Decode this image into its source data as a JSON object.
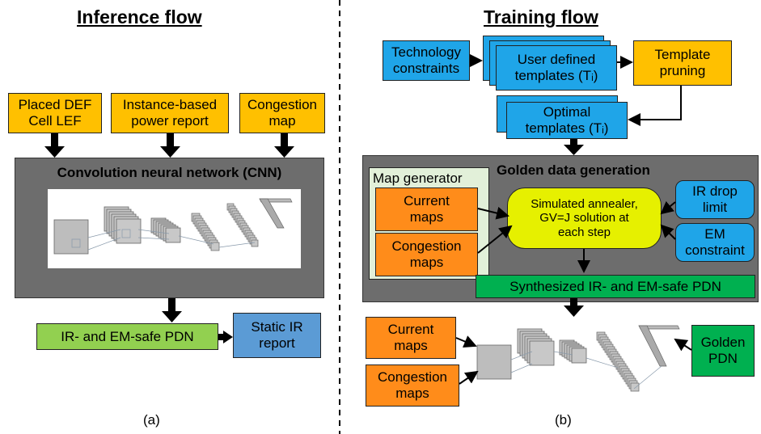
{
  "divider": {
    "style": "dashed",
    "color": "#000000"
  },
  "inference": {
    "title": "Inference flow",
    "inputs": [
      {
        "label": "Placed DEF\nCell LEF"
      },
      {
        "label": "Instance-based\npower report"
      },
      {
        "label": "Congestion\nmap"
      }
    ],
    "cnn_title": "Convolution neural network (CNN)",
    "output": "IR- and EM-safe PDN",
    "report": "Static IR\nreport",
    "caption": "(a)"
  },
  "training": {
    "title": "Training flow",
    "tech_constraints": "Technology\nconstraints",
    "user_templates": "User defined\ntemplates (Tᵢ)",
    "template_pruning": "Template\npruning",
    "optimal_templates": "Optimal\ntemplates (Tᵢ)",
    "golden_title": "Golden data generation",
    "map_generator": "Map generator",
    "current_maps": "Current\nmaps",
    "congestion_maps": "Congestion\nmaps",
    "annealer": "Simulated annealer,\nGV=J solution at\neach step",
    "ir_limit": "IR drop\nlimit",
    "em_constraint": "EM\nconstraint",
    "synth": "Synthesized IR- and EM-safe PDN",
    "bottom_current": "Current\nmaps",
    "bottom_congestion": "Congestion\nmaps",
    "golden_pdn": "Golden\nPDN",
    "caption": "(b)"
  },
  "colors": {
    "input_orange": "#ffc000",
    "map_orange": "#ff8c1a",
    "template_blue": "#1fa5e8",
    "panel_gray": "#6d6d6d",
    "pdn_green": "#92d050",
    "golden_green": "#00b050",
    "report_blue": "#5b9bd5",
    "annealer_yellow": "#e6f000"
  }
}
